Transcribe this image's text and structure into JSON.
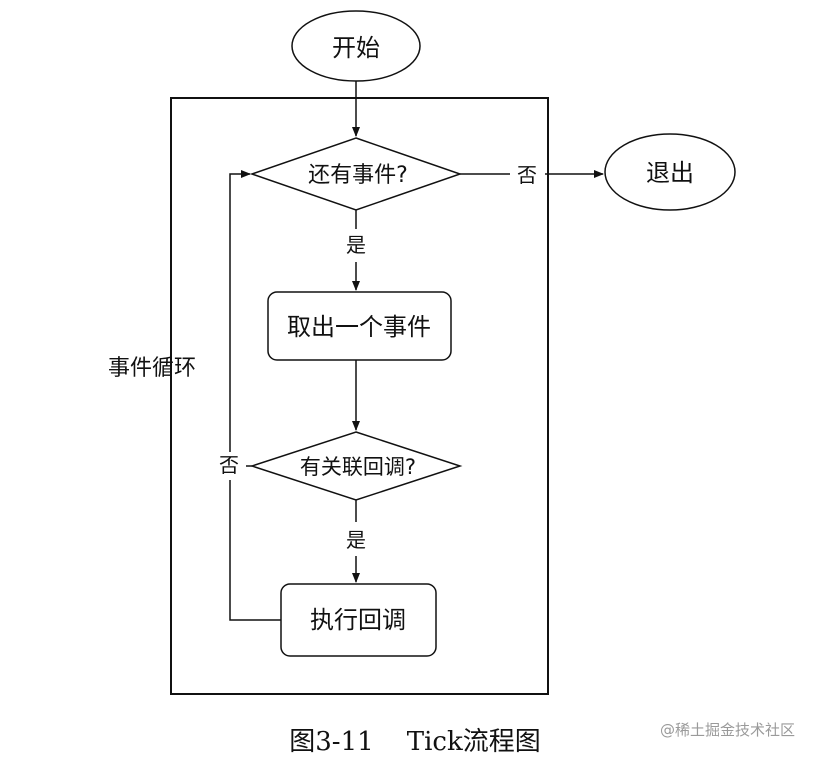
{
  "flowchart": {
    "start": "开始",
    "exit": "退出",
    "decision_events": "还有事件?",
    "decision_callback": "有关联回调?",
    "action_take_event": "取出一个事件",
    "action_execute": "执行回调",
    "yes": "是",
    "no": "否",
    "loop_label": "事件循环"
  },
  "caption": "图3-11    Tick流程图",
  "watermark": "@稀土掘金技术社区",
  "colors": {
    "stroke": "#111111",
    "background": "#ffffff",
    "watermark": "#9a9a9a"
  }
}
